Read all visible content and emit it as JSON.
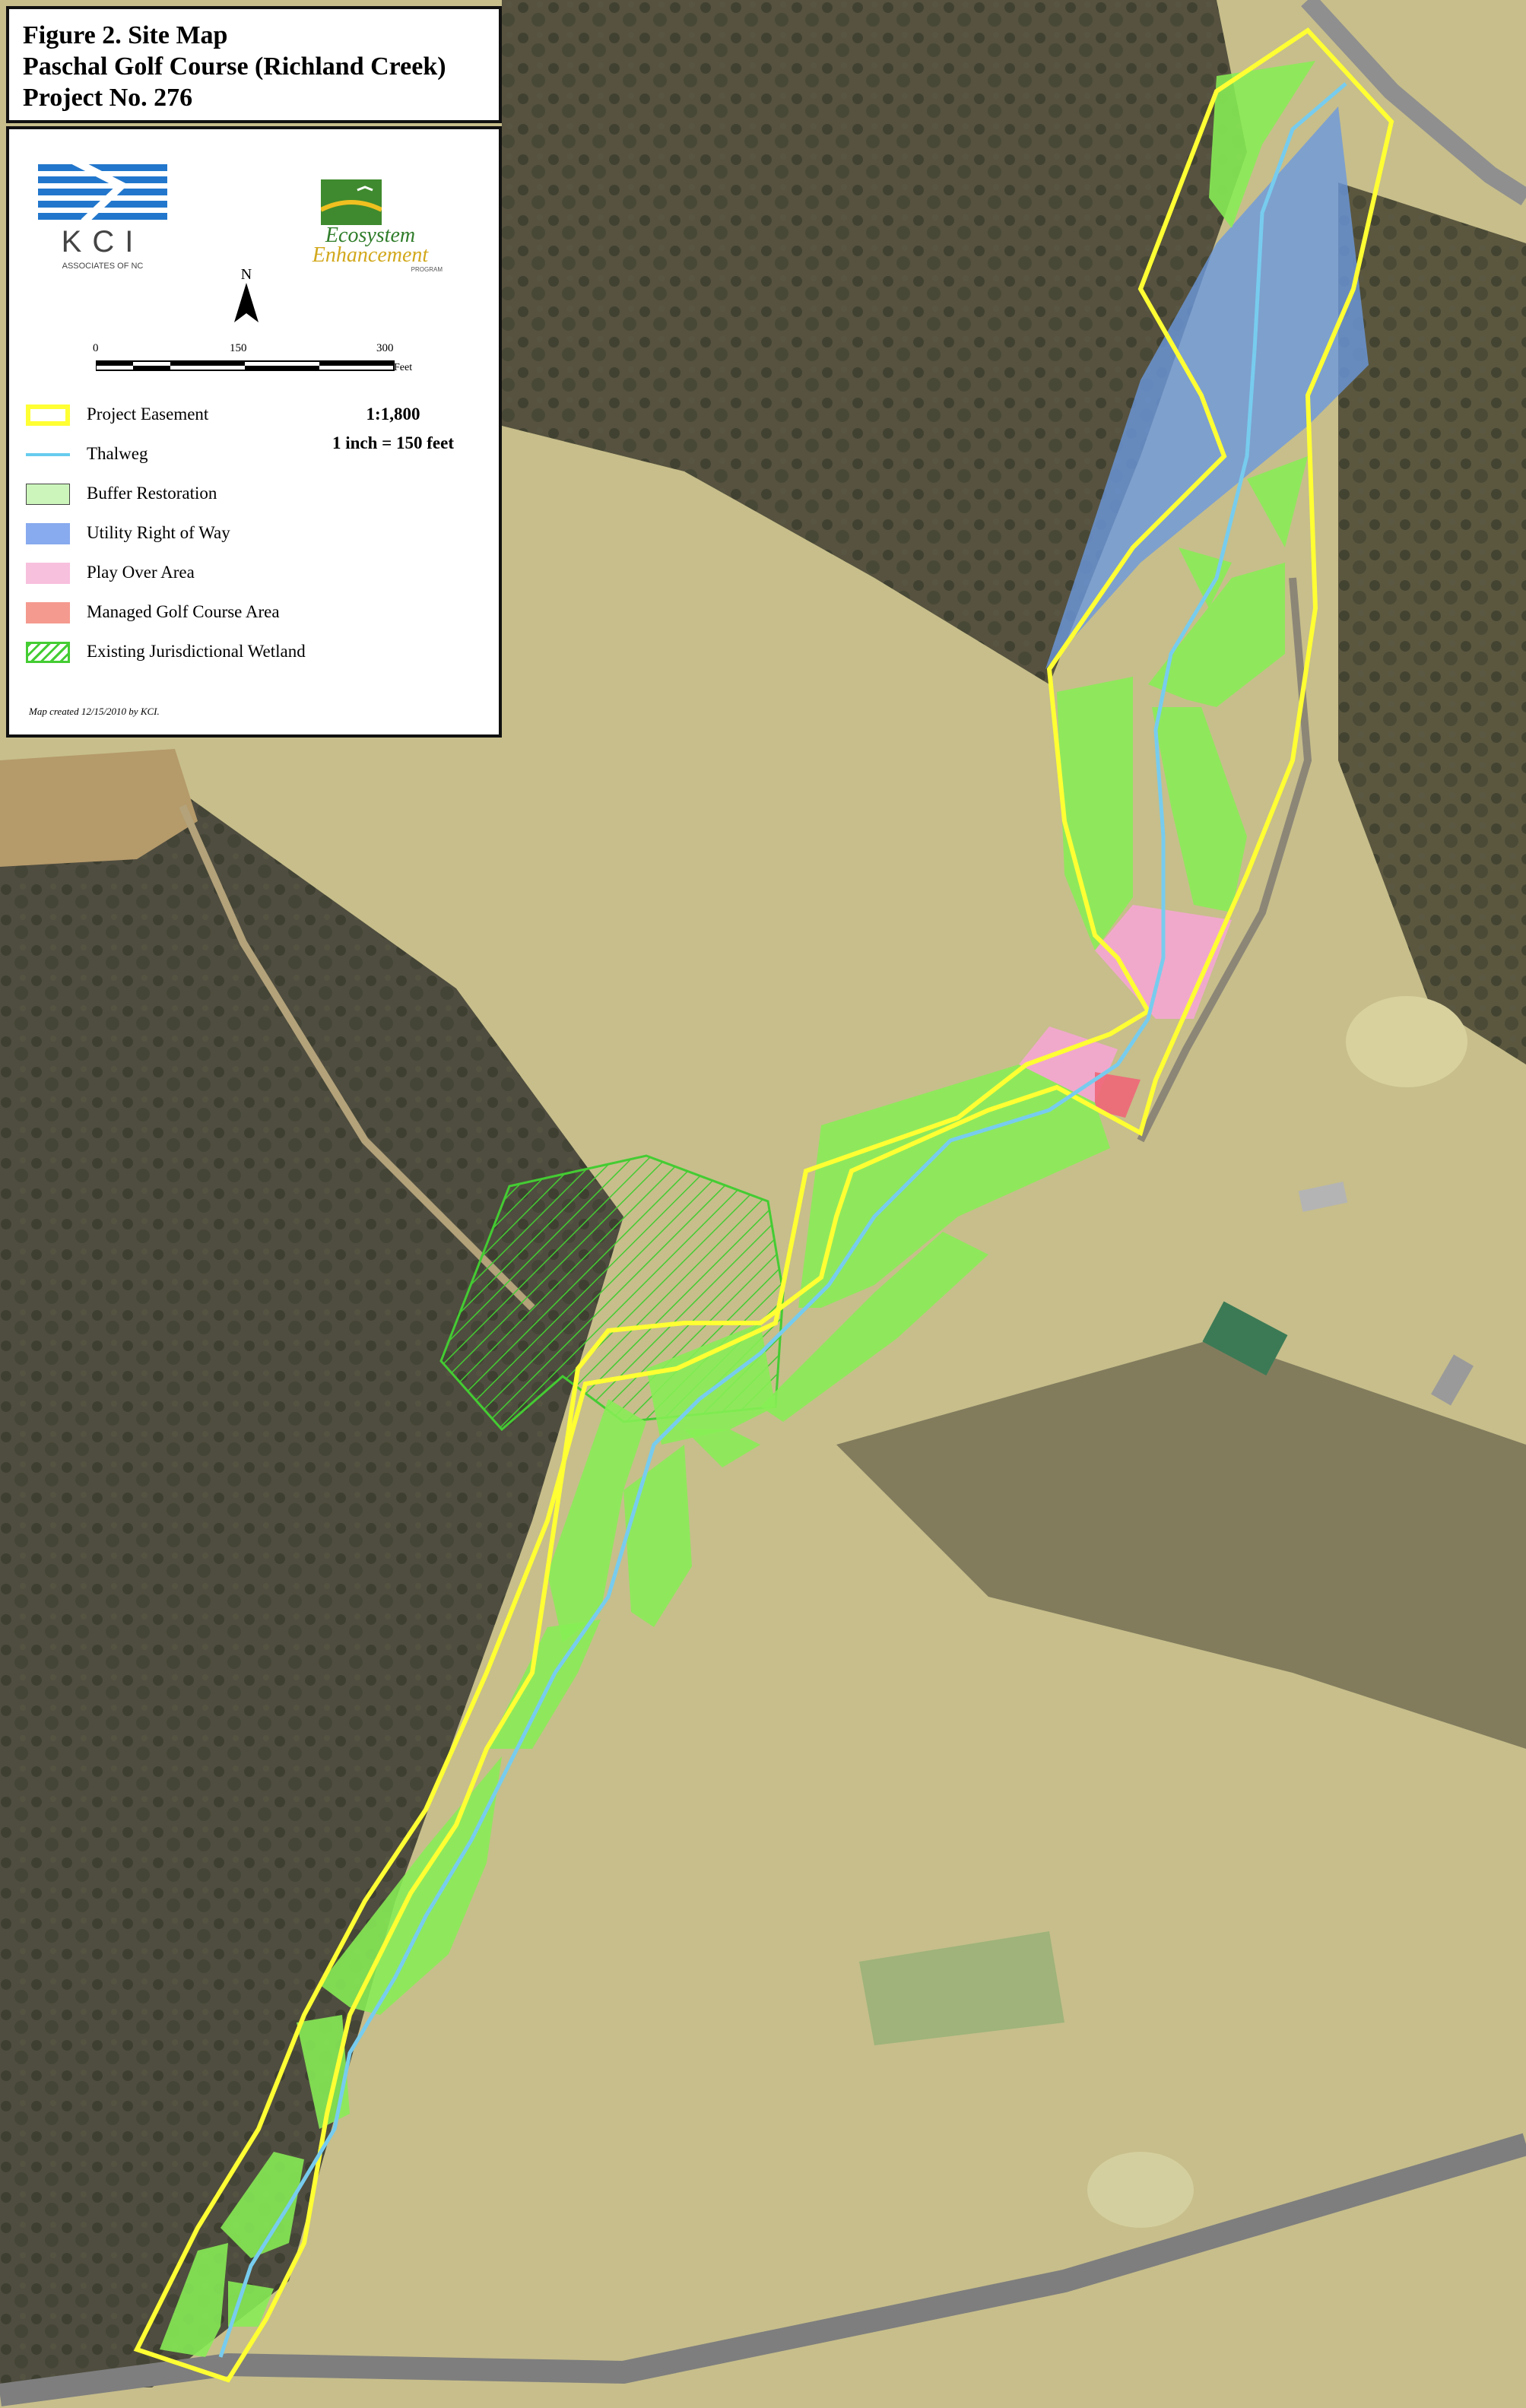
{
  "title": {
    "line1": "Figure 2. Site Map",
    "line2": "Paschal Golf Course (Richland Creek)",
    "line3": "Project No. 276"
  },
  "logos": {
    "kci": {
      "wordmark": "KCI",
      "subtitle": "ASSOCIATES OF NC"
    },
    "eep": {
      "line1": "Ecosystem",
      "line2": "Enhancement",
      "line3": "PROGRAM"
    }
  },
  "north_arrow": {
    "label": "N"
  },
  "scale_bar": {
    "ticks": [
      "0",
      "150",
      "300"
    ],
    "unit": "Feet"
  },
  "scale_text": {
    "ratio": "1:1,800",
    "equivalence": "1 inch = 150 feet"
  },
  "legend": {
    "items": [
      {
        "label": "Project Easement",
        "symbol": "outline",
        "color": "#ffff33"
      },
      {
        "label": "Thalweg",
        "symbol": "line",
        "color": "#66ccee"
      },
      {
        "label": "Buffer Restoration",
        "symbol": "fill",
        "color": "#ccf5bb"
      },
      {
        "label": "Utility Right of Way",
        "symbol": "fill",
        "color": "#88aaee"
      },
      {
        "label": "Play Over Area",
        "symbol": "fill",
        "color": "#f7c0dd"
      },
      {
        "label": "Managed Golf Course Area",
        "symbol": "fill",
        "color": "#f59a8f"
      },
      {
        "label": "Existing Jurisdictional Wetland",
        "symbol": "hatch",
        "color": "#44cc33"
      }
    ]
  },
  "credit": "Map created 12/15/2010 by KCI.",
  "colors": {
    "easement": "#ffff33",
    "thalweg": "#77ccee",
    "buffer": "#88ee55",
    "utility": "#6699dd",
    "play_over": "#f4a6d2",
    "managed": "#ee6677",
    "wetland": "#33bb22",
    "grass": "#c9c08a",
    "forest": "#4a4a3c"
  }
}
